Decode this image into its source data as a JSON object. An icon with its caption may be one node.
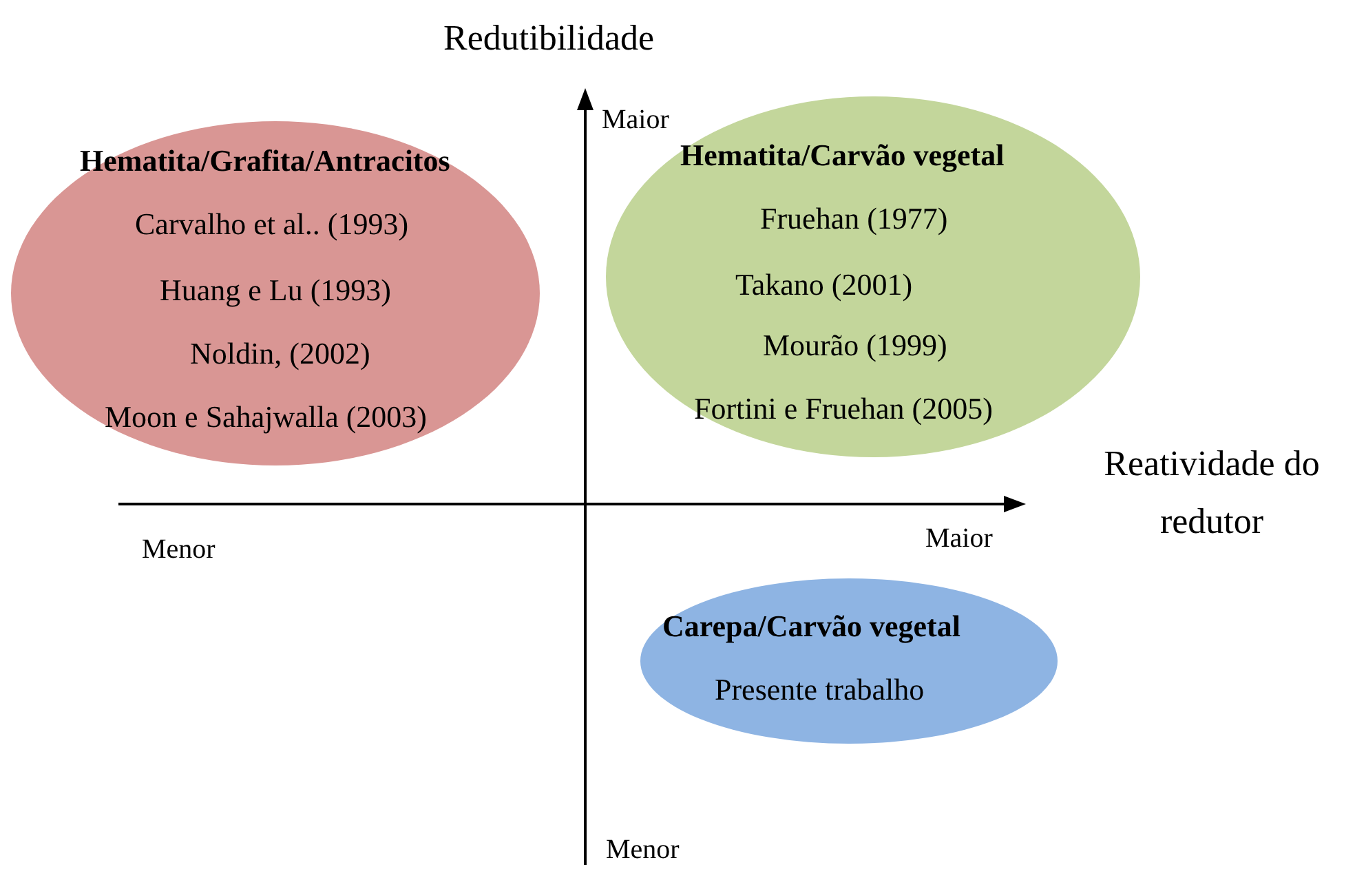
{
  "diagram": {
    "nodes": [
      {
        "text": [
          "Hematita/Grafita/Antracitos",
          "Carvalho et al.. (1993)",
          "Huang e Lu (1993)",
          "Noldin, (2002)",
          "Moon e Sahajwalla (2003)"
        ]
      },
      {
        "text": [
          "Hematita/Carvão vegetal",
          "Fruehan (1977)",
          "Takano (2001)",
          "Mourão (1999)",
          "Fortini e Fruehan (2005)"
        ]
      },
      {
        "text": [
          "Carepa/Carvão vegetal",
          "Presente trabalho"
        ]
      }
    ],
    "edges": [],
    "labels": [
      "Redutibilidade",
      "Maior",
      "Reatividade do redutor",
      "Menor",
      "Maior",
      "Menor"
    ]
  }
}
